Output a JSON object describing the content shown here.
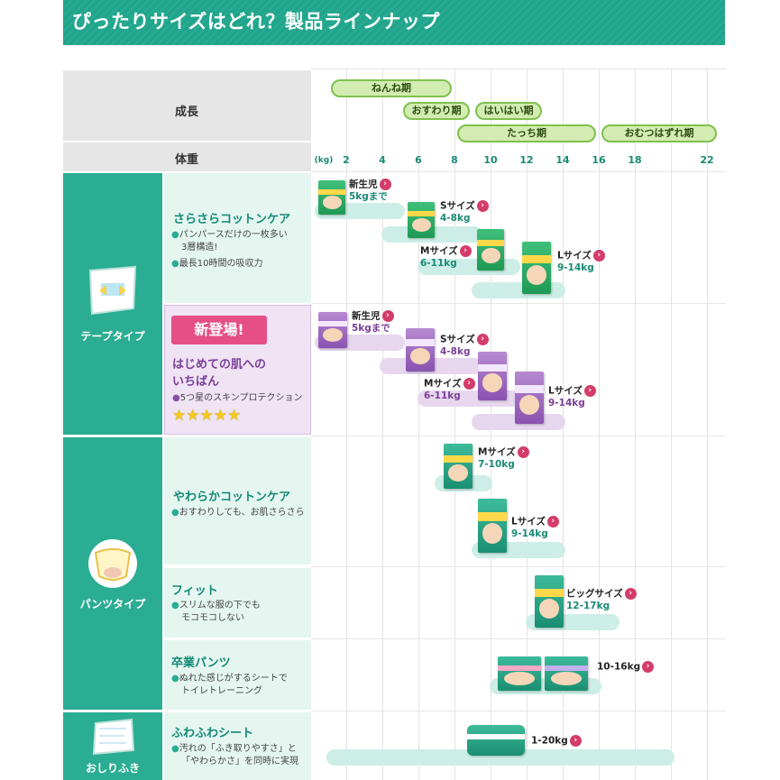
{
  "header": {
    "title": "ぴったりサイズはどれ？製品ラインナップ"
  },
  "columns": {
    "growth": "成長",
    "weight": "体重"
  },
  "growth_pills": [
    {
      "label": "ねんね期"
    },
    {
      "label": "おすわり期"
    },
    {
      "label": "はいはい期"
    },
    {
      "label": "たっち期"
    },
    {
      "label": "おむつはずれ期"
    }
  ],
  "axis": {
    "unit": "(kg)",
    "ticks": [
      "2",
      "4",
      "6",
      "8",
      "10",
      "12",
      "14",
      "16",
      "18",
      "22"
    ]
  },
  "categories": [
    {
      "label": "テープタイプ",
      "icon": "tape-diaper-icon"
    },
    {
      "label": "パンツタイプ",
      "icon": "pants-diaper-icon"
    },
    {
      "label": "おしりふき",
      "icon": "wipes-icon"
    }
  ],
  "products": {
    "sarasara": {
      "name": "さらさらコットンケア",
      "features": [
        "パンパースだけの一枚多い",
        "3層構造!",
        "最長10時間の吸収力"
      ],
      "sizes": [
        {
          "label": "新生児",
          "range": "5kgまで"
        },
        {
          "label": "Sサイズ",
          "range": "4-8kg"
        },
        {
          "label": "Mサイズ",
          "range": "6-11kg"
        },
        {
          "label": "Lサイズ",
          "range": "9-14kg"
        }
      ]
    },
    "hajimete": {
      "badge": "新登場!",
      "name_line1": "はじめての肌への",
      "name_line2": "いちばん",
      "features": [
        "5つ星のスキンプロテクション"
      ],
      "stars": "★★★★★",
      "sizes": [
        {
          "label": "新生児",
          "range": "5kgまで"
        },
        {
          "label": "Sサイズ",
          "range": "4-8kg"
        },
        {
          "label": "Mサイズ",
          "range": "6-11kg"
        },
        {
          "label": "Lサイズ",
          "range": "9-14kg"
        }
      ]
    },
    "yawaraka": {
      "name": "やわらかコットンケア",
      "features": [
        "おすわりしても、お肌さらさら"
      ],
      "sizes": [
        {
          "label": "Mサイズ",
          "range": "7-10kg"
        },
        {
          "label": "Lサイズ",
          "range": "9-14kg"
        }
      ]
    },
    "fit": {
      "name": "フィット",
      "features": [
        "スリムな服の下でも",
        "モコモコしない"
      ],
      "sizes": [
        {
          "label": "ビッグサイズ",
          "range": "12-17kg"
        }
      ]
    },
    "sotsugyo": {
      "name": "卒業パンツ",
      "features": [
        "ぬれた感じがするシートで",
        "トイレトレーニング"
      ],
      "sizes": [
        {
          "range": "10-16kg"
        }
      ]
    },
    "fuwafuwa": {
      "name": "ふわふわシート",
      "features": [
        "汚れの「ふき取りやすさ」と",
        "「やわらかさ」を同時に実現"
      ],
      "sizes": [
        {
          "range": "1-20kg"
        }
      ]
    }
  },
  "colors": {
    "brand_teal": "#2aad93",
    "accent_pink": "#d43c6a",
    "new_badge": "#e54f85",
    "pill_green": "#7fc04e"
  }
}
